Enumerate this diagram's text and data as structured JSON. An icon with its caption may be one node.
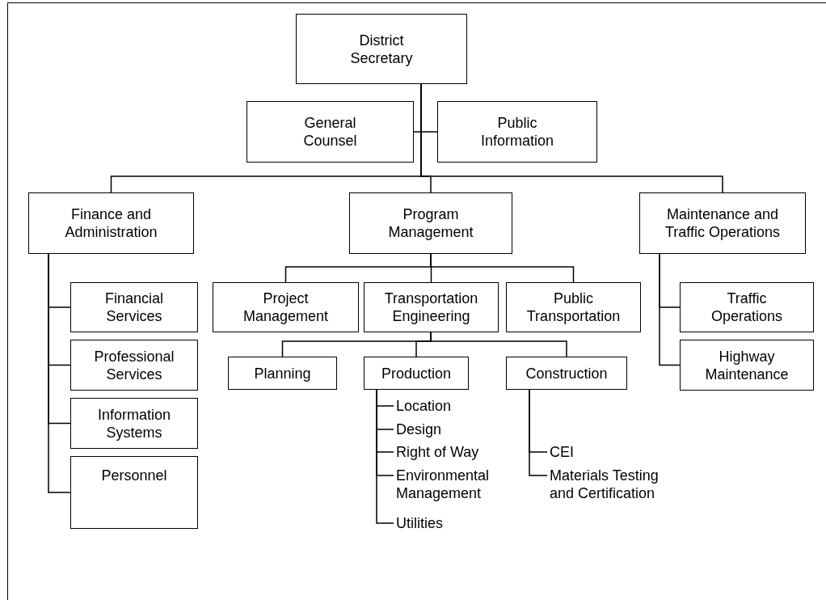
{
  "diagram": {
    "nodes": [
      {
        "text": [
          "District Secretary"
        ]
      },
      {
        "text": [
          "General Counsel"
        ]
      },
      {
        "text": [
          "Public Information"
        ]
      },
      {
        "text": [
          "Finance and Administration"
        ]
      },
      {
        "text": [
          "Program Management"
        ]
      },
      {
        "text": [
          "Maintenance and Traffic Operations"
        ]
      },
      {
        "text": [
          "Financial Services"
        ]
      },
      {
        "text": [
          "Professional Services"
        ]
      },
      {
        "text": [
          "Information Systems"
        ]
      },
      {
        "text": [
          "Personnel"
        ]
      },
      {
        "text": [
          "Project Management"
        ]
      },
      {
        "text": [
          "Transportation Engineering"
        ]
      },
      {
        "text": [
          "Public Transportation"
        ]
      },
      {
        "text": [
          "Traffic Operations"
        ]
      },
      {
        "text": [
          "Highway Maintenance"
        ]
      },
      {
        "text": [
          "Planning"
        ]
      },
      {
        "text": [
          "Production"
        ]
      },
      {
        "text": [
          "Construction"
        ]
      },
      {
        "text": [
          "Location"
        ]
      },
      {
        "text": [
          "Design"
        ]
      },
      {
        "text": [
          "Right of Way"
        ]
      },
      {
        "text": [
          "Environmental Management"
        ]
      },
      {
        "text": [
          "Utilities"
        ]
      },
      {
        "text": [
          "CEI"
        ]
      },
      {
        "text": [
          "Materials Testing and Certification"
        ]
      }
    ],
    "edges": [
      {
        "from": 0,
        "to": 1,
        "arrow": "none"
      },
      {
        "from": 0,
        "to": 2,
        "arrow": "none"
      },
      {
        "from": 0,
        "to": 3,
        "arrow": "none"
      },
      {
        "from": 0,
        "to": 4,
        "arrow": "none"
      },
      {
        "from": 0,
        "to": 5,
        "arrow": "none"
      },
      {
        "from": 3,
        "to": 6,
        "arrow": "none"
      },
      {
        "from": 3,
        "to": 7,
        "arrow": "none"
      },
      {
        "from": 3,
        "to": 8,
        "arrow": "none"
      },
      {
        "from": 3,
        "to": 9,
        "arrow": "none"
      },
      {
        "from": 4,
        "to": 10,
        "arrow": "none"
      },
      {
        "from": 4,
        "to": 11,
        "arrow": "none"
      },
      {
        "from": 4,
        "to": 12,
        "arrow": "none"
      },
      {
        "from": 5,
        "to": 13,
        "arrow": "none"
      },
      {
        "from": 5,
        "to": 14,
        "arrow": "none"
      },
      {
        "from": 11,
        "to": 15,
        "arrow": "none"
      },
      {
        "from": 11,
        "to": 16,
        "arrow": "none"
      },
      {
        "from": 11,
        "to": 17,
        "arrow": "none"
      },
      {
        "from": 16,
        "to": 18,
        "arrow": "none"
      },
      {
        "from": 16,
        "to": 19,
        "arrow": "none"
      },
      {
        "from": 16,
        "to": 20,
        "arrow": "none"
      },
      {
        "from": 16,
        "to": 21,
        "arrow": "none"
      },
      {
        "from": 16,
        "to": 22,
        "arrow": "none"
      },
      {
        "from": 17,
        "to": 23,
        "arrow": "none"
      },
      {
        "from": 17,
        "to": 24,
        "arrow": "none"
      }
    ]
  }
}
